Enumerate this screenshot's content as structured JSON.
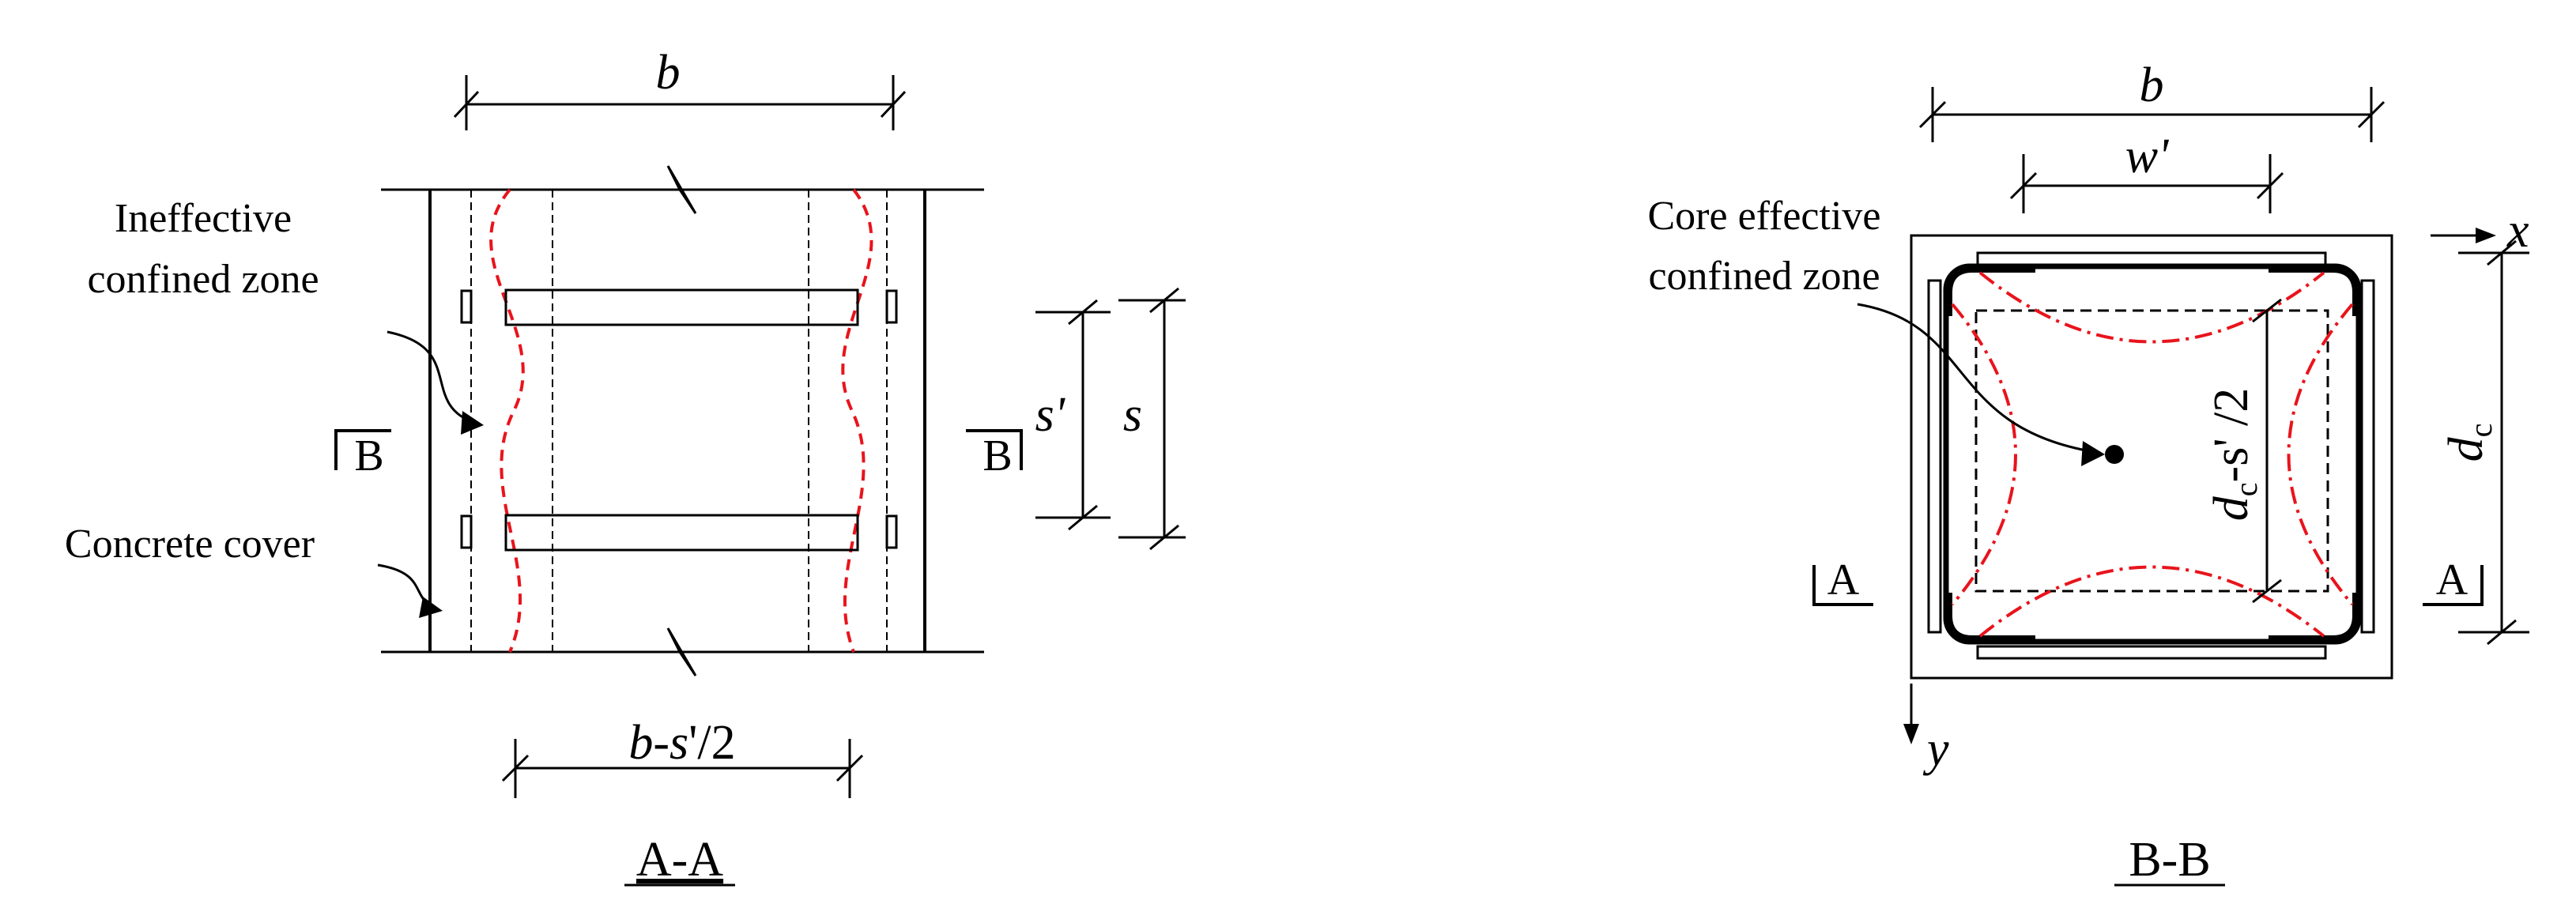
{
  "section_aa": {
    "dim_b": "b",
    "dim_b_minus_prefix": "b-",
    "dim_b_minus_s": "s",
    "dim_b_minus_suffix": "'/2",
    "label_ineffective_line1": "Ineffective",
    "label_ineffective_line2": "confined zone",
    "label_cover": "Concrete cover",
    "section_mark_left": "B",
    "section_mark_right": "B",
    "dim_s_prime": "s'",
    "dim_s": "s",
    "caption": "A-A"
  },
  "section_bb": {
    "dim_b": "b",
    "dim_w_prime": "w'",
    "label_core_line1": "Core effective",
    "label_core_line2": "confined zone",
    "axis_x": "x",
    "axis_y": "y",
    "dim_dc_inner_d": "d",
    "dim_dc_inner_sub": "c",
    "dim_dc_inner_rest": "-s' /2",
    "dim_dc_outer_d": "d",
    "dim_dc_outer_sub": "c",
    "section_mark_left": "A",
    "section_mark_right": "A",
    "caption": "B-B"
  },
  "colors": {
    "line": "#000000",
    "confinement_arch": "#e8141c"
  }
}
